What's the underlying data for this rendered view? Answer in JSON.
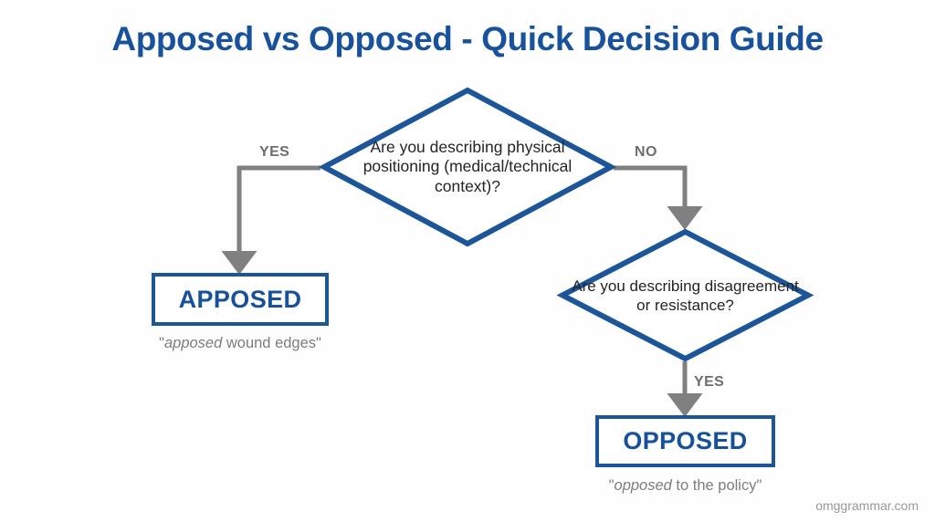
{
  "page": {
    "title": "Apposed vs Opposed - Quick Decision Guide",
    "watermark": "omggrammar.com",
    "background_color": "#fefefe"
  },
  "colors": {
    "brand_blue": "#18529c",
    "node_border_blue": "#1c5699",
    "connector_gray": "#808080",
    "body_text": "#242424",
    "muted_text": "#7d7d7d",
    "label_text": "#6e6e6e"
  },
  "flowchart": {
    "type": "decision-flowchart",
    "nodes": [
      {
        "id": "q1",
        "shape": "diamond",
        "text": "Are you describing physical positioning (medical/technical context)?"
      },
      {
        "id": "q2",
        "shape": "diamond",
        "text": "Are you describing disagreement or resistance?"
      },
      {
        "id": "apposed",
        "shape": "rectangle",
        "label": "APPOSED",
        "caption_prefix": "\"",
        "caption_italic": "apposed",
        "caption_rest": " wound edges\""
      },
      {
        "id": "opposed",
        "shape": "rectangle",
        "label": "OPPOSED",
        "caption_prefix": "\"",
        "caption_italic": "opposed",
        "caption_rest": " to the policy\""
      }
    ],
    "edges": [
      {
        "id": "e1",
        "from": "q1",
        "to": "apposed",
        "label": "YES"
      },
      {
        "id": "e2",
        "from": "q1",
        "to": "q2",
        "label": "NO"
      },
      {
        "id": "e3",
        "from": "q2",
        "to": "opposed",
        "label": "YES"
      }
    ]
  }
}
